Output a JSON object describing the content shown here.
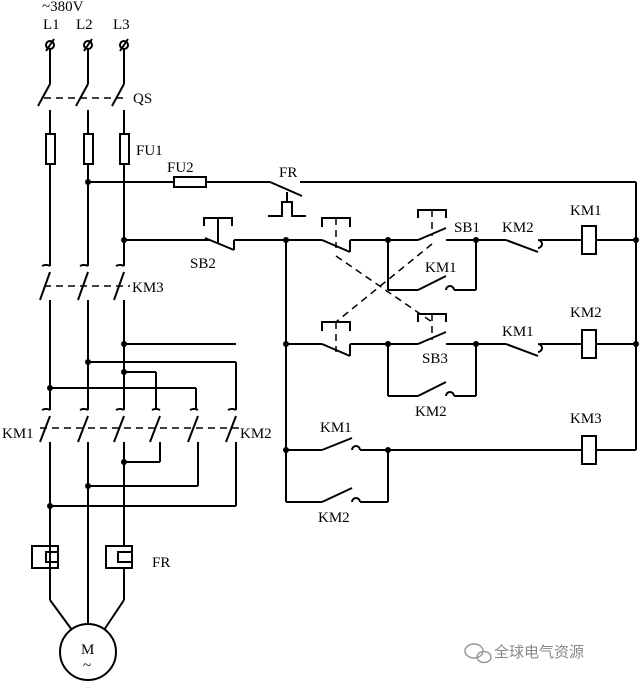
{
  "supply": {
    "voltage": "~380V",
    "phases": [
      "L1",
      "L2",
      "L3"
    ]
  },
  "labels": {
    "qs": "QS",
    "fu1": "FU1",
    "fu2": "FU2",
    "fr_contact": "FR",
    "fr_relay": "FR",
    "km3_main": "KM3",
    "km1_main": "KM1",
    "km2_main": "KM2",
    "sb1": "SB1",
    "sb2": "SB2",
    "sb3": "SB3",
    "km1_aux_top": "KM1",
    "km2_interlock": "KM2",
    "km1_coil": "KM1",
    "km1_interlock": "KM1",
    "km2_coil": "KM2",
    "km2_aux_hold": "KM2",
    "km1_aux_lower": "KM1",
    "km2_aux_lower": "KM2",
    "km3_coil": "KM3",
    "motor": "M",
    "motor_sub": "~"
  },
  "watermark": "全球电气资源",
  "colors": {
    "line": "#000000",
    "background": "#ffffff",
    "watermark": "#888888"
  }
}
